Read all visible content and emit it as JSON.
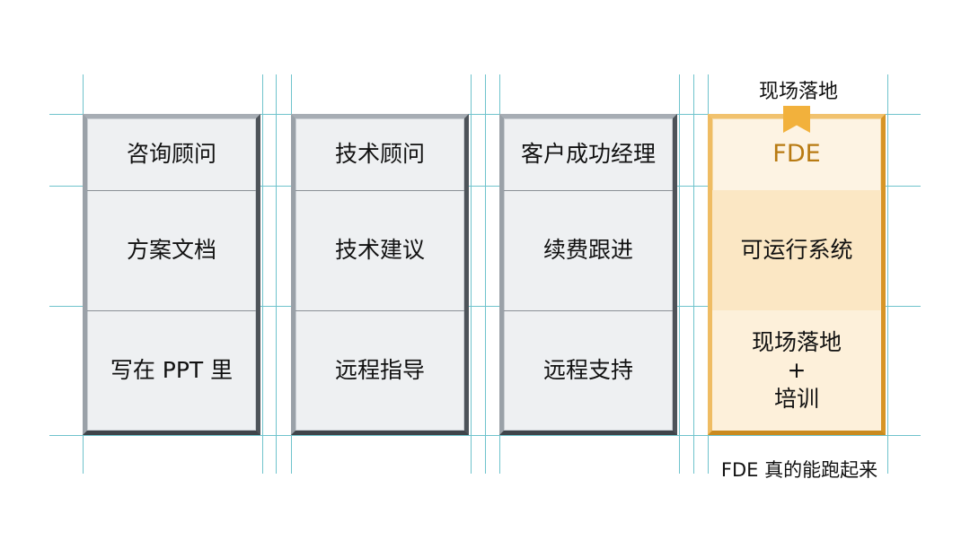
{
  "columns": [
    {
      "header": "咨询顾问",
      "row1": "方案文档",
      "row2": "写在 PPT 里"
    },
    {
      "header": "技术顾问",
      "row1": "技术建议",
      "row2": "远程指导"
    },
    {
      "header": "客户成功经理",
      "row1": "续费跟进",
      "row2": "远程支持"
    },
    {
      "header": "FDE",
      "row1": "可运行系统",
      "row2_line1": "现场落地",
      "row2_line2": "+",
      "row2_line3": "培训"
    }
  ],
  "annotations": {
    "top": "现场落地",
    "bottom": "FDE 真的能跑起来"
  },
  "colors": {
    "grid": "#6fc3cc",
    "card_gray": "#eef0f2",
    "accent": "#e9a53a",
    "fde_header_text": "#b87a12"
  },
  "icons": {
    "marker": "bookmark-ribbon-icon"
  }
}
